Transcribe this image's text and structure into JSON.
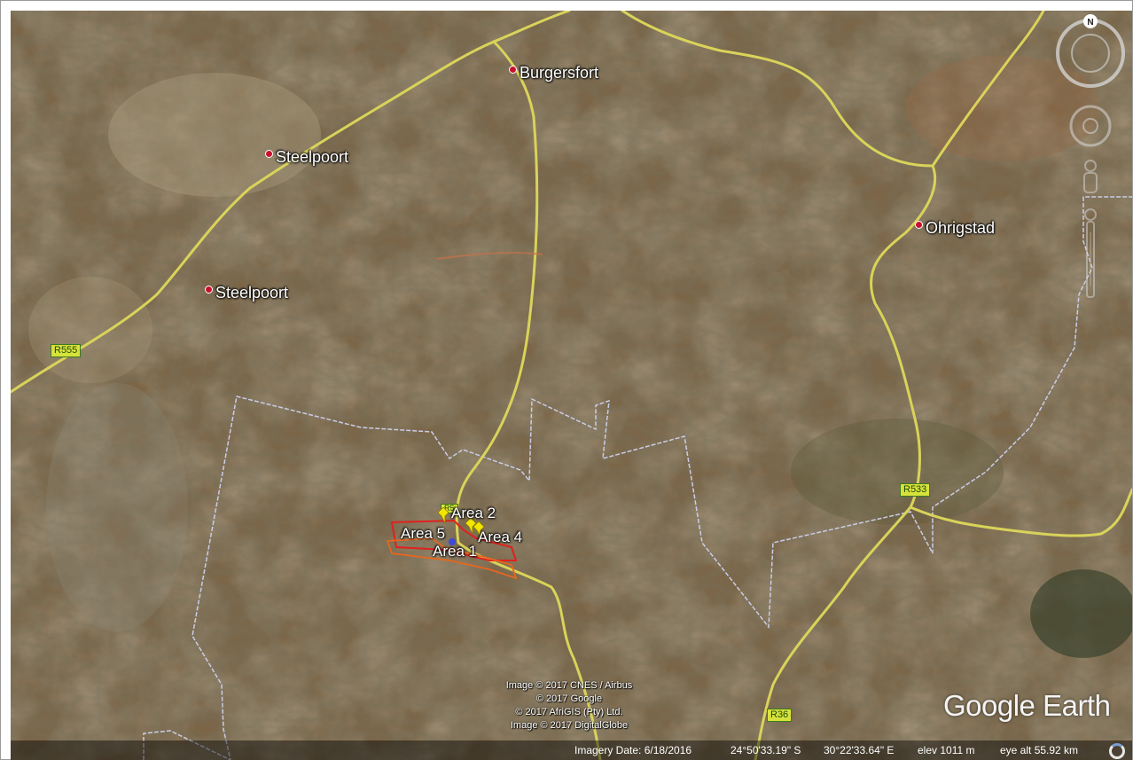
{
  "places": [
    {
      "name": "Burgersfort"
    },
    {
      "name": "Steelpoort"
    },
    {
      "name": "Steelpoort"
    },
    {
      "name": "Ohrigstad"
    }
  ],
  "roads": [
    "R555",
    "R533",
    "R36",
    "R5"
  ],
  "areas": [
    "Area 2",
    "Area 5",
    "Area 4",
    "Area 1"
  ],
  "attribution": [
    "Image © 2017 CNES / Airbus",
    "© 2017 Google",
    "© 2017 AfriGIS (Pty) Ltd.",
    "Image © 2017 DigitalGlobe"
  ],
  "logo": "Google Earth",
  "compass": {
    "north_label": "N"
  },
  "status": {
    "imagery_date": "Imagery Date: 6/18/2016",
    "lat": "24°50'33.19\" S",
    "lon": "30°22'33.64\" E",
    "elev": "elev  1011 m",
    "eye_alt": "eye alt  55.92 km"
  },
  "colors": {
    "road": "#d9d35a",
    "boundary": "#c9cde8",
    "area_outline_red": "#e0211d",
    "area_outline_orange": "#e8661e",
    "pin": "#f2e600"
  }
}
